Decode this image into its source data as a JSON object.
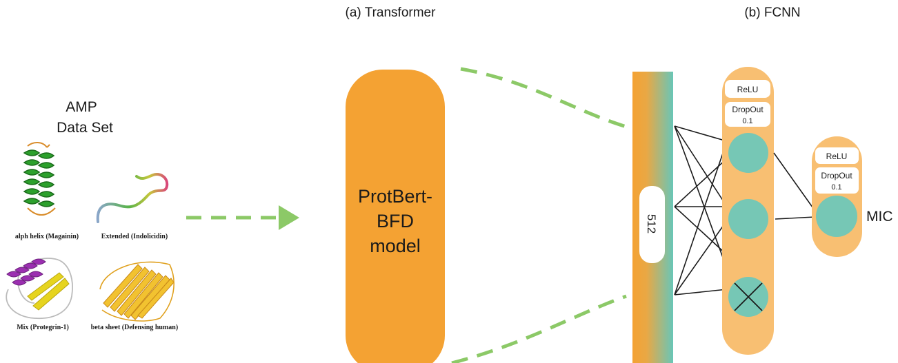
{
  "headers": {
    "transformer": "(a) Transformer",
    "fcnn": "(b) FCNN"
  },
  "dataset": {
    "title_line1": "AMP",
    "title_line2": "Data Set",
    "structures": [
      {
        "caption": "alph helix (Magainin)",
        "kind": "alpha-helix"
      },
      {
        "caption": "Extended (Indolicidin)",
        "kind": "extended"
      },
      {
        "caption": "Mix (Protegrin-1)",
        "kind": "mixed"
      },
      {
        "caption": "beta sheet (Defensing human)",
        "kind": "beta-sheet"
      }
    ]
  },
  "model": {
    "line1": "ProtBert-",
    "line2": "BFD",
    "line3": "model"
  },
  "embedding": {
    "size_label": "512"
  },
  "hidden_layer": {
    "activation": "ReLU",
    "dropout_label": "DropOut",
    "dropout_value": "0.1"
  },
  "output_layer": {
    "activation": "ReLU",
    "dropout_label": "DropOut",
    "dropout_value": "0.1",
    "output_label": "MIC"
  },
  "colors": {
    "orange": "#F4A233",
    "light_orange": "#F8BF72",
    "teal": "#76C7B5",
    "green_dash": "#8CC967",
    "dark": "#1a1a1a"
  }
}
